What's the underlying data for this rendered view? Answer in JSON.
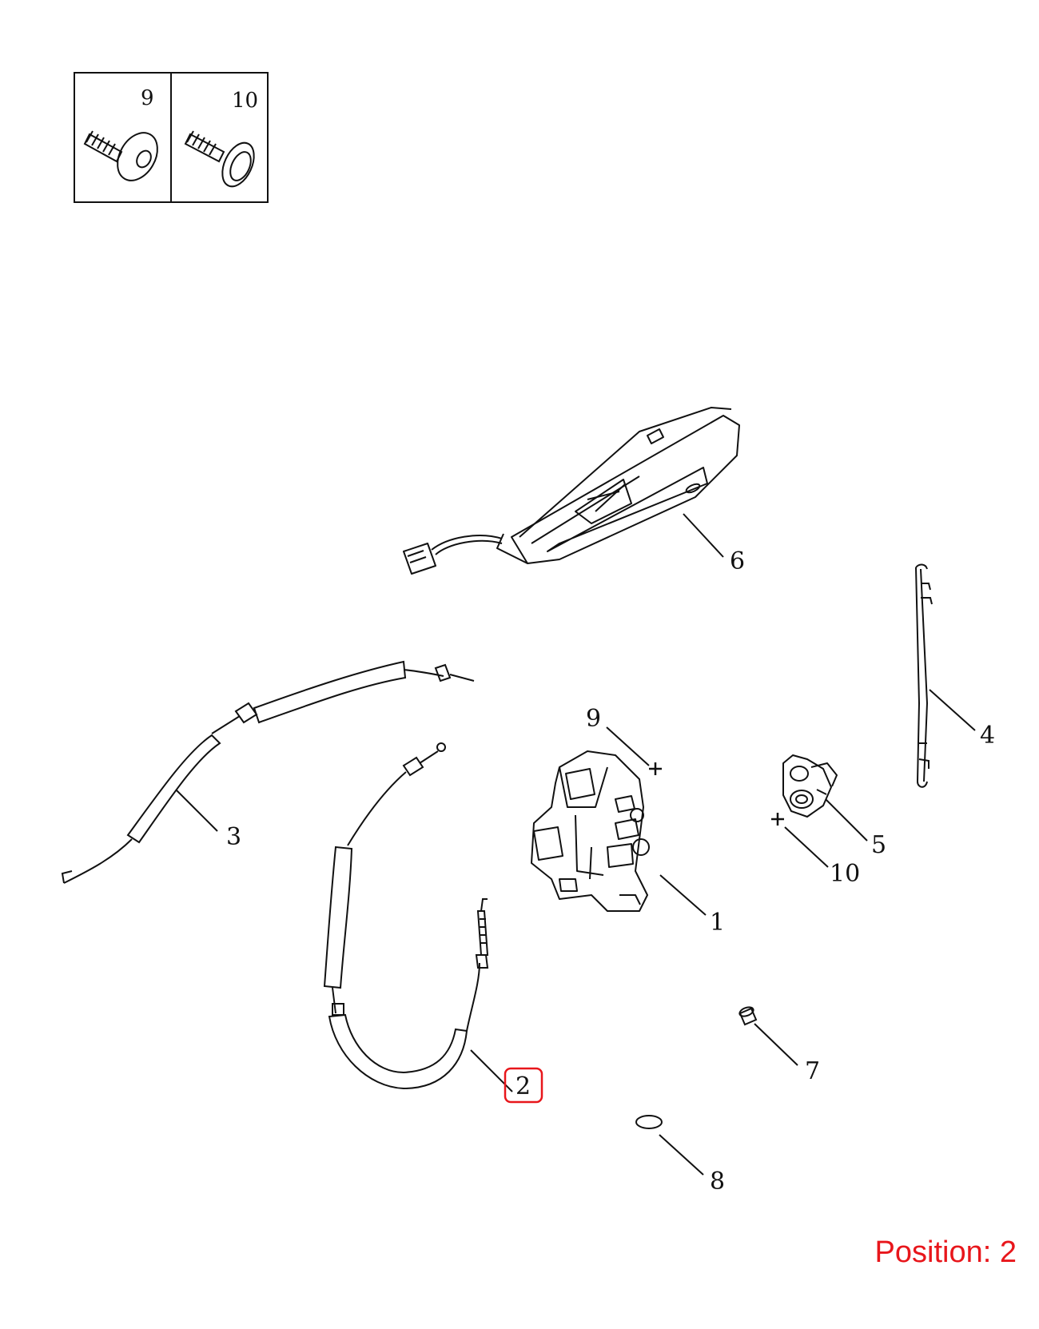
{
  "inset": {
    "labels": [
      "9",
      "10"
    ]
  },
  "callouts": {
    "c1": "1",
    "c2": "2",
    "c3": "3",
    "c4": "4",
    "c5": "5",
    "c6": "6",
    "c7": "7",
    "c8": "8",
    "c9": "9",
    "c10": "10"
  },
  "highlight": {
    "color": "#e8161b"
  },
  "position_label": "Position: 2"
}
